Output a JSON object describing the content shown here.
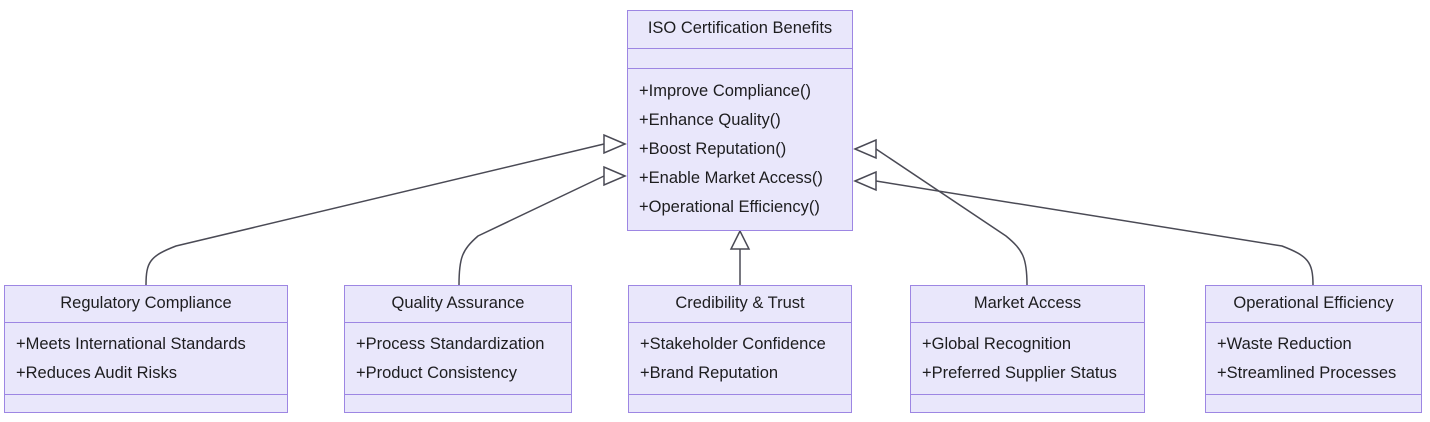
{
  "diagram": {
    "type": "uml-class-diagram",
    "relationship": "generalization",
    "colors": {
      "box_fill": "#e9e7fb",
      "box_border": "#9d86e3",
      "connector": "#4a4a55",
      "text": "#1d1d1f",
      "background": "#ffffff"
    },
    "parent": {
      "name": "ISO Certification Benefits",
      "attributes": [],
      "methods": [
        "+Improve Compliance()",
        "+Enhance Quality()",
        "+Boost Reputation()",
        "+Enable Market Access()",
        "+Operational Efficiency()"
      ]
    },
    "children": [
      {
        "name": "Regulatory Compliance",
        "attributes": [
          "+Meets International Standards",
          "+Reduces Audit Risks"
        ],
        "methods": []
      },
      {
        "name": "Quality Assurance",
        "attributes": [
          "+Process Standardization",
          "+Product Consistency"
        ],
        "methods": []
      },
      {
        "name": "Credibility & Trust",
        "attributes": [
          "+Stakeholder Confidence",
          "+Brand Reputation"
        ],
        "methods": []
      },
      {
        "name": "Market Access",
        "attributes": [
          "+Global Recognition",
          "+Preferred Supplier Status"
        ],
        "methods": []
      },
      {
        "name": "Operational Efficiency",
        "attributes": [
          "+Waste Reduction",
          "+Streamlined Processes"
        ],
        "methods": []
      }
    ]
  }
}
